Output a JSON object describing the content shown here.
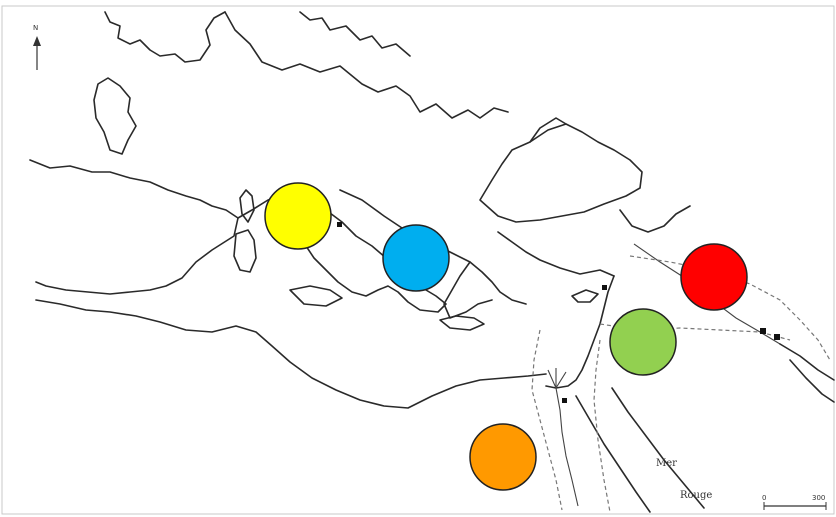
{
  "map": {
    "labels": {
      "sea_1": "Mer",
      "sea_2": "Rouge",
      "north": "N",
      "scale_start": "0",
      "scale_end": "300"
    },
    "markers": [
      {
        "name": "yellow-circle-marker",
        "color": "#ffff00"
      },
      {
        "name": "blue-circle-marker",
        "color": "#00aeef"
      },
      {
        "name": "red-circle-marker",
        "color": "#ff0000"
      },
      {
        "name": "green-circle-marker",
        "color": "#92d050"
      },
      {
        "name": "orange-circle-marker",
        "color": "#ff9900"
      }
    ],
    "colors": {
      "coastline": "#2a2a2a",
      "background": "#ffffff"
    }
  }
}
